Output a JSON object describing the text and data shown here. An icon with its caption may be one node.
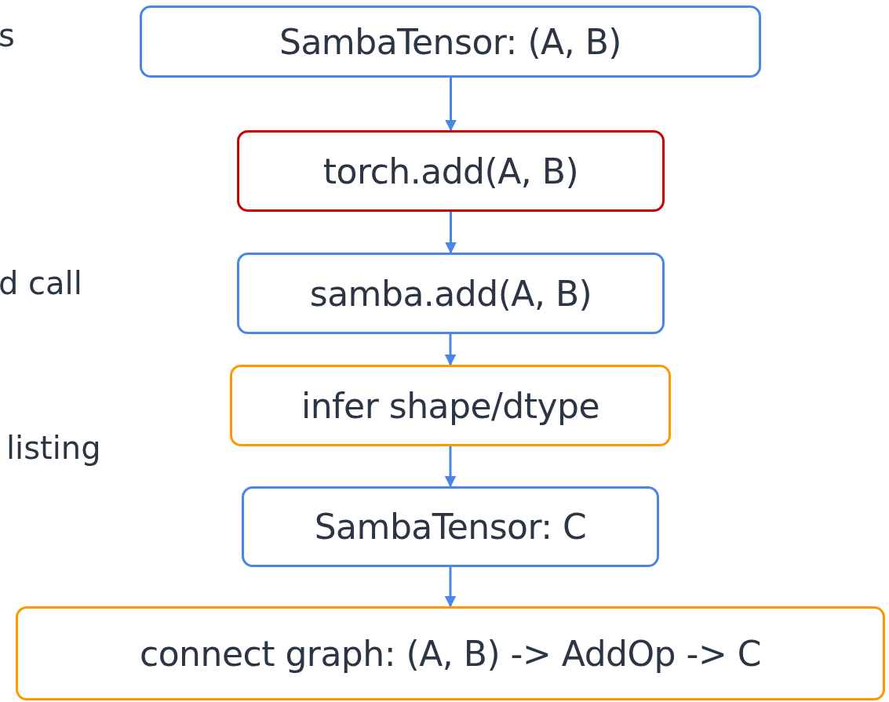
{
  "diagram": {
    "nodes": [
      {
        "text": [
          "SambaTensor: (A, B)"
        ]
      },
      {
        "text": [
          "torch.add(A, B)"
        ]
      },
      {
        "text": [
          "samba.add(A, B)"
        ]
      },
      {
        "text": [
          "infer shape/dtype"
        ]
      },
      {
        "text": [
          "SambaTensor: C"
        ]
      },
      {
        "text": [
          "connect graph: (A, B) -> AddOp -> C"
        ]
      }
    ],
    "edges": [
      {
        "from": 0,
        "to": 1,
        "arrow": "to"
      },
      {
        "from": 1,
        "to": 2,
        "arrow": "to"
      },
      {
        "from": 2,
        "to": 3,
        "arrow": "to"
      },
      {
        "from": 3,
        "to": 4,
        "arrow": "to"
      },
      {
        "from": 4,
        "to": 5,
        "arrow": "to"
      }
    ],
    "labels": [
      "s",
      "d call",
      "listing"
    ]
  }
}
